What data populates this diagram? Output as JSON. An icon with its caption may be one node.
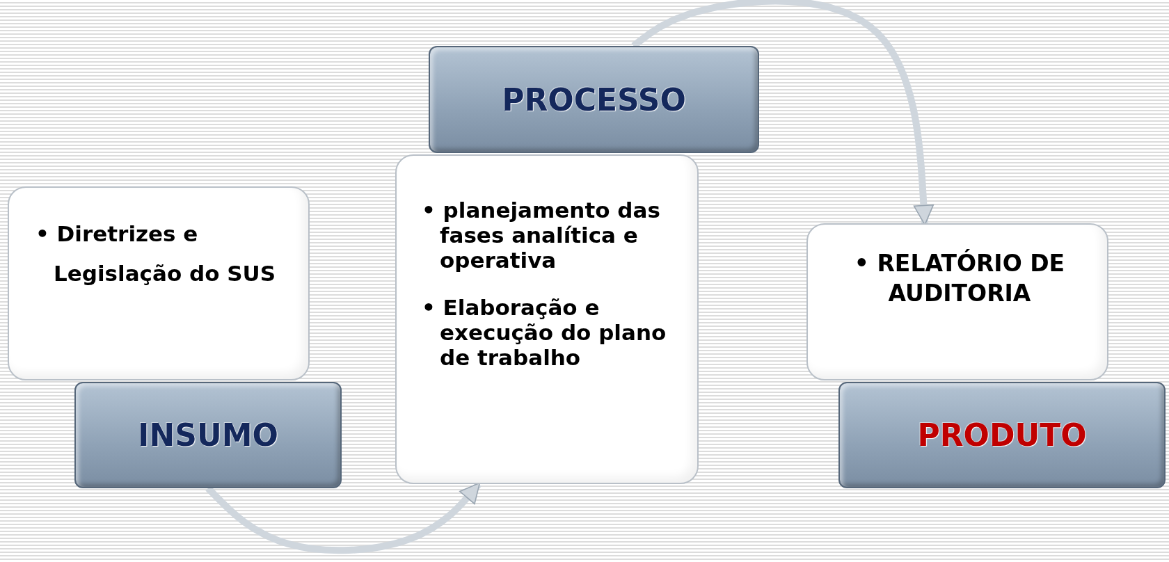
{
  "diagram": {
    "nodes": [
      {
        "text": [
          "INSUMO"
        ]
      },
      {
        "text": [
          "• Diretrizes e Legislação do SUS"
        ]
      },
      {
        "text": [
          "PROCESSO"
        ]
      },
      {
        "text": [
          "• planejamento das fases analítica e operativa",
          "• Elaboração e execução do plano de trabalho"
        ]
      },
      {
        "text": [
          "PRODUTO"
        ]
      },
      {
        "text": [
          "• RELATÓRIO DE AUDITORIA"
        ]
      }
    ],
    "edges": [
      {
        "from": 0,
        "to": 3,
        "arrow": "to"
      },
      {
        "from": 2,
        "to": 5,
        "arrow": "to"
      }
    ]
  }
}
